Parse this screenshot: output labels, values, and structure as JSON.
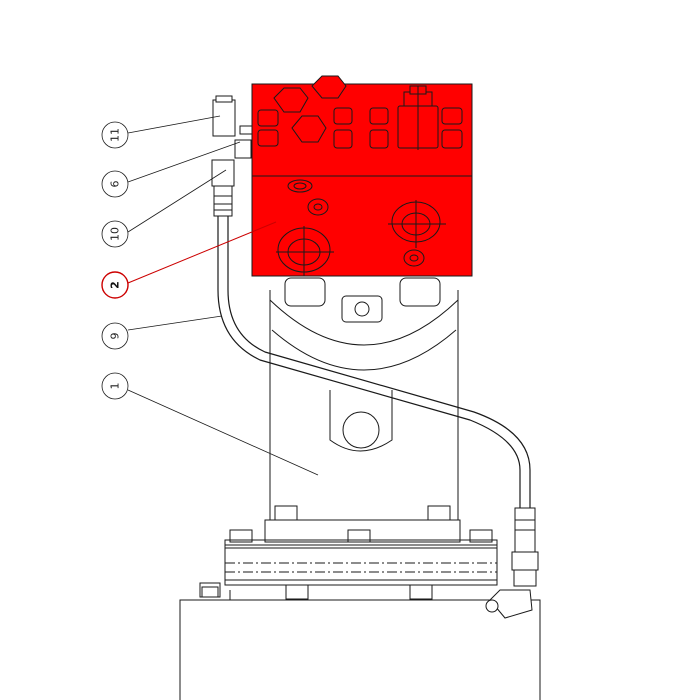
{
  "diagram": {
    "highlight_color": "#ff0000",
    "line_color": "#1a1a1a",
    "callouts": [
      {
        "id": "11",
        "label": "11",
        "active": false
      },
      {
        "id": "6",
        "label": "6",
        "active": false
      },
      {
        "id": "10",
        "label": "10",
        "active": false
      },
      {
        "id": "2",
        "label": "2",
        "active": true
      },
      {
        "id": "9",
        "label": "9",
        "active": false
      },
      {
        "id": "1",
        "label": "1",
        "active": false
      }
    ]
  }
}
